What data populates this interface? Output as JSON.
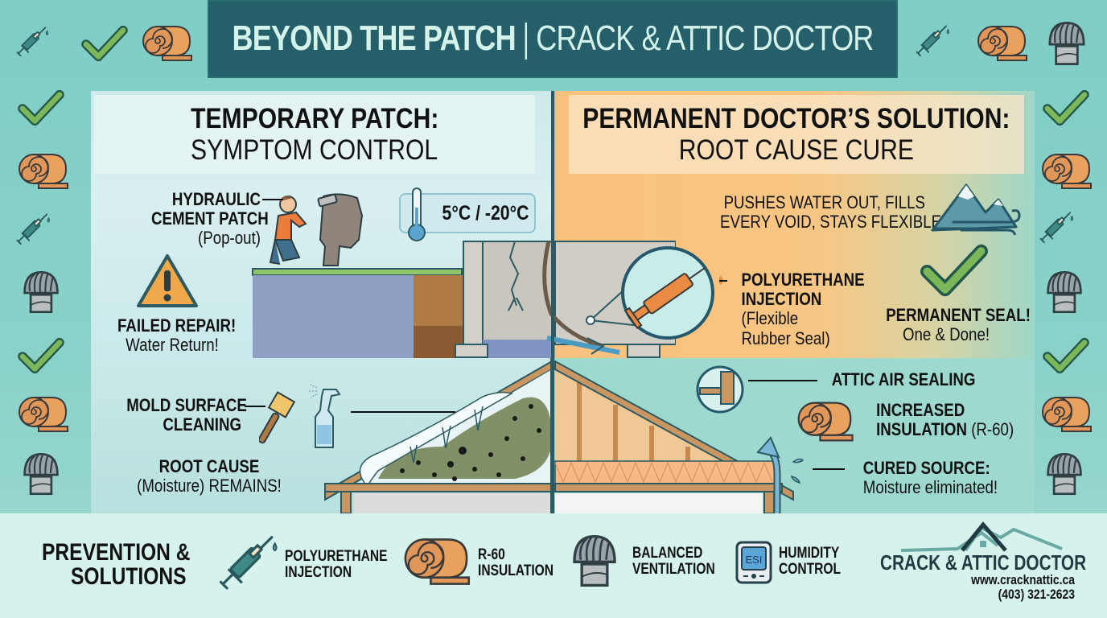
{
  "header": {
    "title_left": "BEYOND THE PATCH",
    "title_right": "CRACK & ATTIC DOCTOR"
  },
  "left_panel": {
    "heading_line1": "TEMPORARY PATCH:",
    "heading_line2": "SYMPTOM CONTROL",
    "hydraulic": {
      "line1": "HYDRAULIC",
      "line2": "CEMENT PATCH",
      "line3": "(Pop-out)"
    },
    "temperature": "5°C / -20°C",
    "failed": {
      "line1": "FAILED REPAIR!",
      "line2": "Water Return!"
    },
    "mold": {
      "line1": "MOLD SURFACE",
      "line2": "CLEANING"
    },
    "root_cause": {
      "line1": "ROOT CAUSE",
      "line2": "(Moisture) REMAINS!"
    }
  },
  "right_panel": {
    "heading_line1": "PERMANENT DOCTOR’S SOLUTION:",
    "heading_line2": "ROOT CAUSE CURE",
    "pushes": {
      "line1": "PUSHES WATER OUT, FILLS",
      "line2": "EVERY VOID, STAYS FLEXIBLE."
    },
    "injection": {
      "line1": "POLYURETHANE",
      "line2": "INJECTION",
      "line3": "(Flexible",
      "line4": "Rubber Seal)"
    },
    "seal": {
      "line1": "PERMANENT SEAL!",
      "line2": "One & Done!"
    },
    "air_sealing": "ATTIC AIR SEALING",
    "insulation": {
      "line1": "INCREASED",
      "line2": "INSULATION",
      "suffix": "(R-60)"
    },
    "cured": {
      "line1": "CURED SOURCE:",
      "line2": "Moisture eliminated!"
    }
  },
  "bottom": {
    "heading_line1": "PREVENTION &",
    "heading_line2": "SOLUTIONS",
    "items": [
      {
        "icon": "syringe-icon",
        "line1": "POLYURETHANE",
        "line2": "INJECTION"
      },
      {
        "icon": "insulation-roll-icon",
        "line1": "R-60",
        "line2": "INSULATION"
      },
      {
        "icon": "roof-vent-icon",
        "line1": "BALANCED",
        "line2": "VENTILATION"
      },
      {
        "icon": "humidity-meter-icon",
        "line1": "HUMIDITY",
        "line2": "CONTROL",
        "screen_text": "ESI"
      }
    ],
    "brand": {
      "name": "CRACK & ATTIC DOCTOR",
      "website": "www.cracknattic.ca",
      "phone": "(403) 321-2623"
    }
  },
  "decorations": {
    "top_left": [
      "syringe-icon",
      "checkmark-icon",
      "insulation-roll-icon"
    ],
    "top_right": [
      "syringe-icon",
      "insulation-roll-icon",
      "roof-vent-icon"
    ],
    "left_column": [
      "checkmark-icon",
      "insulation-roll-icon",
      "syringe-icon",
      "roof-vent-icon",
      "checkmark-icon",
      "insulation-roll-icon",
      "roof-vent-icon"
    ],
    "right_column": [
      "checkmark-icon",
      "insulation-roll-icon",
      "syringe-icon",
      "roof-vent-icon",
      "checkmark-icon",
      "insulation-roll-icon",
      "roof-vent-icon"
    ]
  },
  "colors": {
    "background": "#7fcdc7",
    "title_bar": "#25606a",
    "title_text": "#d5f3ea",
    "orange_panel": "#f9c17d",
    "check_green": "#7cb85a",
    "insulation_orange": "#e2975a",
    "dark_teal": "#2c5a62"
  }
}
